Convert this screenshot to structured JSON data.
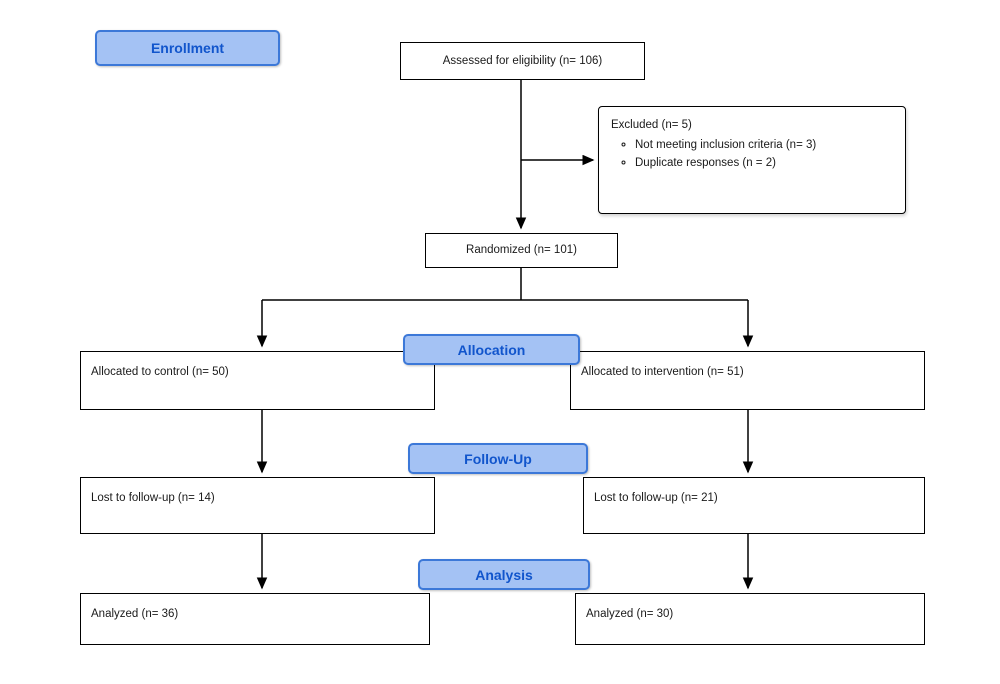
{
  "diagram": {
    "stages": {
      "enrollment_label": "Enrollment",
      "allocation_label": "Allocation",
      "followup_label": "Follow-Up",
      "analysis_label": "Analysis"
    },
    "boxes": {
      "assessed": "Assessed for eligibility (n= 106)",
      "excluded_title": "Excluded (n= 5)",
      "excluded_items": [
        "Not meeting inclusion criteria (n= 3)",
        "Duplicate responses (n = 2)"
      ],
      "randomized": "Randomized (n= 101)",
      "allocated_control": "Allocated to control (n= 50)",
      "allocated_intervention": "Allocated to intervention (n= 51)",
      "lost_control": "Lost to follow-up (n= 14)",
      "lost_intervention": "Lost to follow-up (n= 21)",
      "analyzed_control": "Analyzed (n= 36)",
      "analyzed_intervention": "Analyzed (n= 30)"
    },
    "colors": {
      "stage_fill": "#a4c2f4",
      "stage_border": "#3c78d8",
      "stage_text": "#1155cc",
      "box_border": "#000000",
      "box_fill": "#ffffff"
    }
  }
}
